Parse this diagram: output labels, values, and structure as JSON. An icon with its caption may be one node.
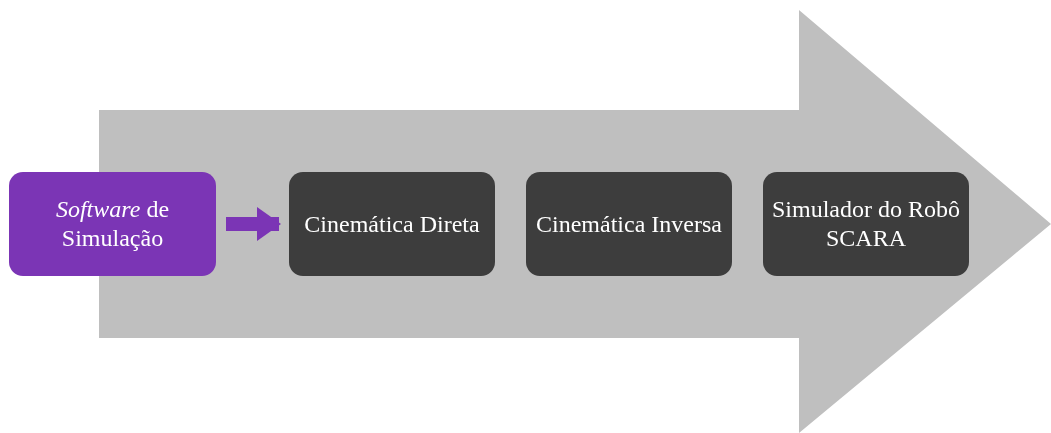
{
  "diagram": {
    "nodes": [
      {
        "text": [
          "*Software* de Simulação"
        ]
      },
      {
        "text": [
          "Cinemática Direta"
        ]
      },
      {
        "text": [
          "Cinemática Inversa"
        ]
      },
      {
        "text": [
          "Simulador do Robô SCARA"
        ]
      }
    ],
    "edges": [
      {
        "from": 0,
        "to": 1,
        "arrow": "to"
      }
    ]
  }
}
